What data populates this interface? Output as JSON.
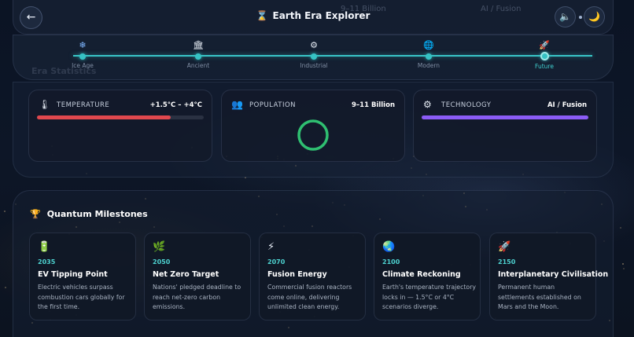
{
  "header": {
    "back_glyph": "←",
    "title": "Earth Era Explorer",
    "title_icon": "hourglass-icon",
    "ghost_population": "9–11 Billion",
    "ghost_technology": "AI / Fusion",
    "sound_glyph": "🔈",
    "theme_glyph": "🌙"
  },
  "timeline": {
    "eras": [
      {
        "label": "Ice Age",
        "icon": "❄",
        "color": "#7fb6ff"
      },
      {
        "label": "Ancient",
        "icon": "🏛",
        "color": "#d8dde6"
      },
      {
        "label": "Industrial",
        "icon": "⚙",
        "color": "#d8dde6"
      },
      {
        "label": "Modern",
        "icon": "🌐",
        "color": "#7fb6ff"
      },
      {
        "label": "Future",
        "icon": "🚀",
        "color": "#ff8aa0",
        "active": true
      }
    ],
    "ghost_stats": "Era Statistics"
  },
  "stats": {
    "temperature": {
      "label": "TEMPERATURE",
      "value": "+1.5°C – +4°C",
      "fill": 0.8,
      "color": "#e0484e",
      "icon": "🌡"
    },
    "population": {
      "label": "POPULATION",
      "value": "9–11 Billion",
      "ring_color": "#2fbf71",
      "icon": "👥"
    },
    "technology": {
      "label": "TECHNOLOGY",
      "value": "AI / Fusion",
      "fill": 1.0,
      "color": "#8b5cf6",
      "icon": "⚙"
    }
  },
  "milestones": {
    "title": "Quantum Milestones",
    "items": [
      {
        "icon": "🔋",
        "year": "2035",
        "name": "EV Tipping Point",
        "desc": "Electric vehicles surpass combustion cars globally for the first time."
      },
      {
        "icon": "🌿",
        "year": "2050",
        "name": "Net Zero Target",
        "desc": "Nations' pledged deadline to reach net-zero carbon emissions."
      },
      {
        "icon": "⚡",
        "year": "2070",
        "name": "Fusion Energy",
        "desc": "Commercial fusion reactors come online, delivering unlimited clean energy."
      },
      {
        "icon": "🌏",
        "year": "2100",
        "name": "Climate Reckoning",
        "desc": "Earth's temperature trajectory locks in — 1.5°C or 4°C scenarios diverge."
      },
      {
        "icon": "🚀",
        "year": "2150",
        "name": "Interplanetary Civilisation",
        "desc": "Permanent human settlements established on Mars and the Moon."
      }
    ]
  }
}
